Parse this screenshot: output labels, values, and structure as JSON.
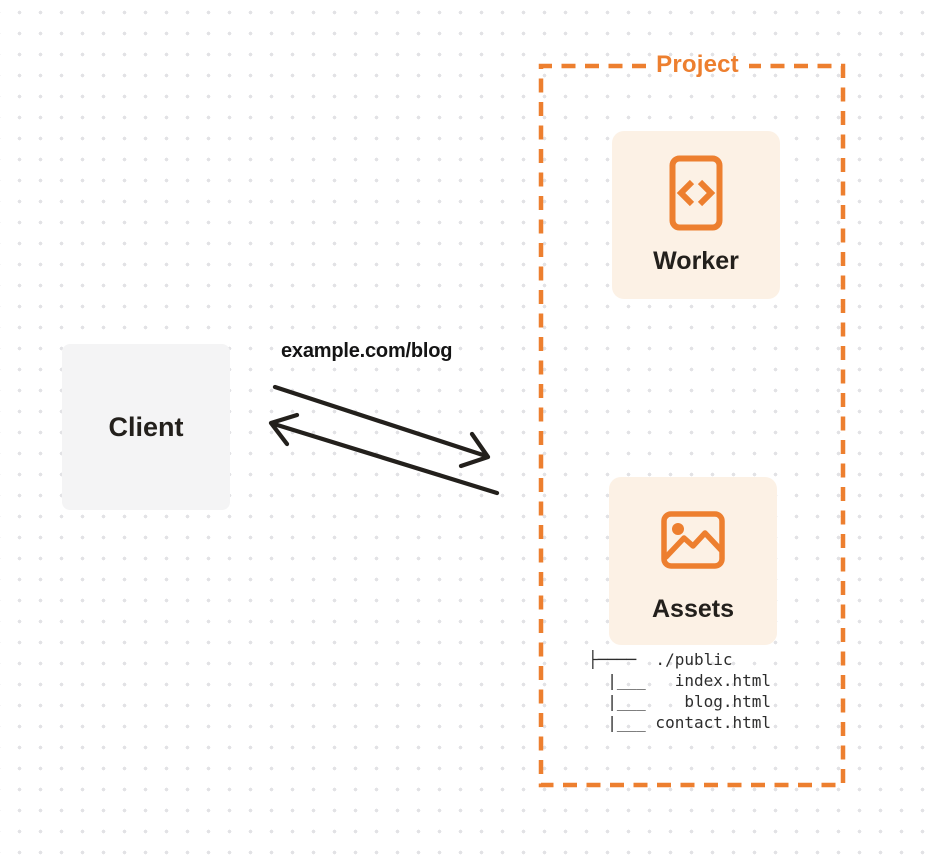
{
  "colors": {
    "orange": "#ED7F2F",
    "card_bg": "#FCF1E5",
    "client_bg": "#F4F4F5",
    "ink": "#23201C",
    "tree_ink": "#2D2D2D",
    "dot": "#E2E2E5"
  },
  "project": {
    "label": "Project",
    "worker": {
      "label": "Worker",
      "icon": "code-icon"
    },
    "assets": {
      "label": "Assets",
      "icon": "image-icon",
      "tree_text": "├────  ./public\n  |___   index.html\n  |___    blog.html\n  |___ contact.html"
    }
  },
  "client": {
    "label": "Client"
  },
  "request": {
    "label": "example.com/blog"
  }
}
